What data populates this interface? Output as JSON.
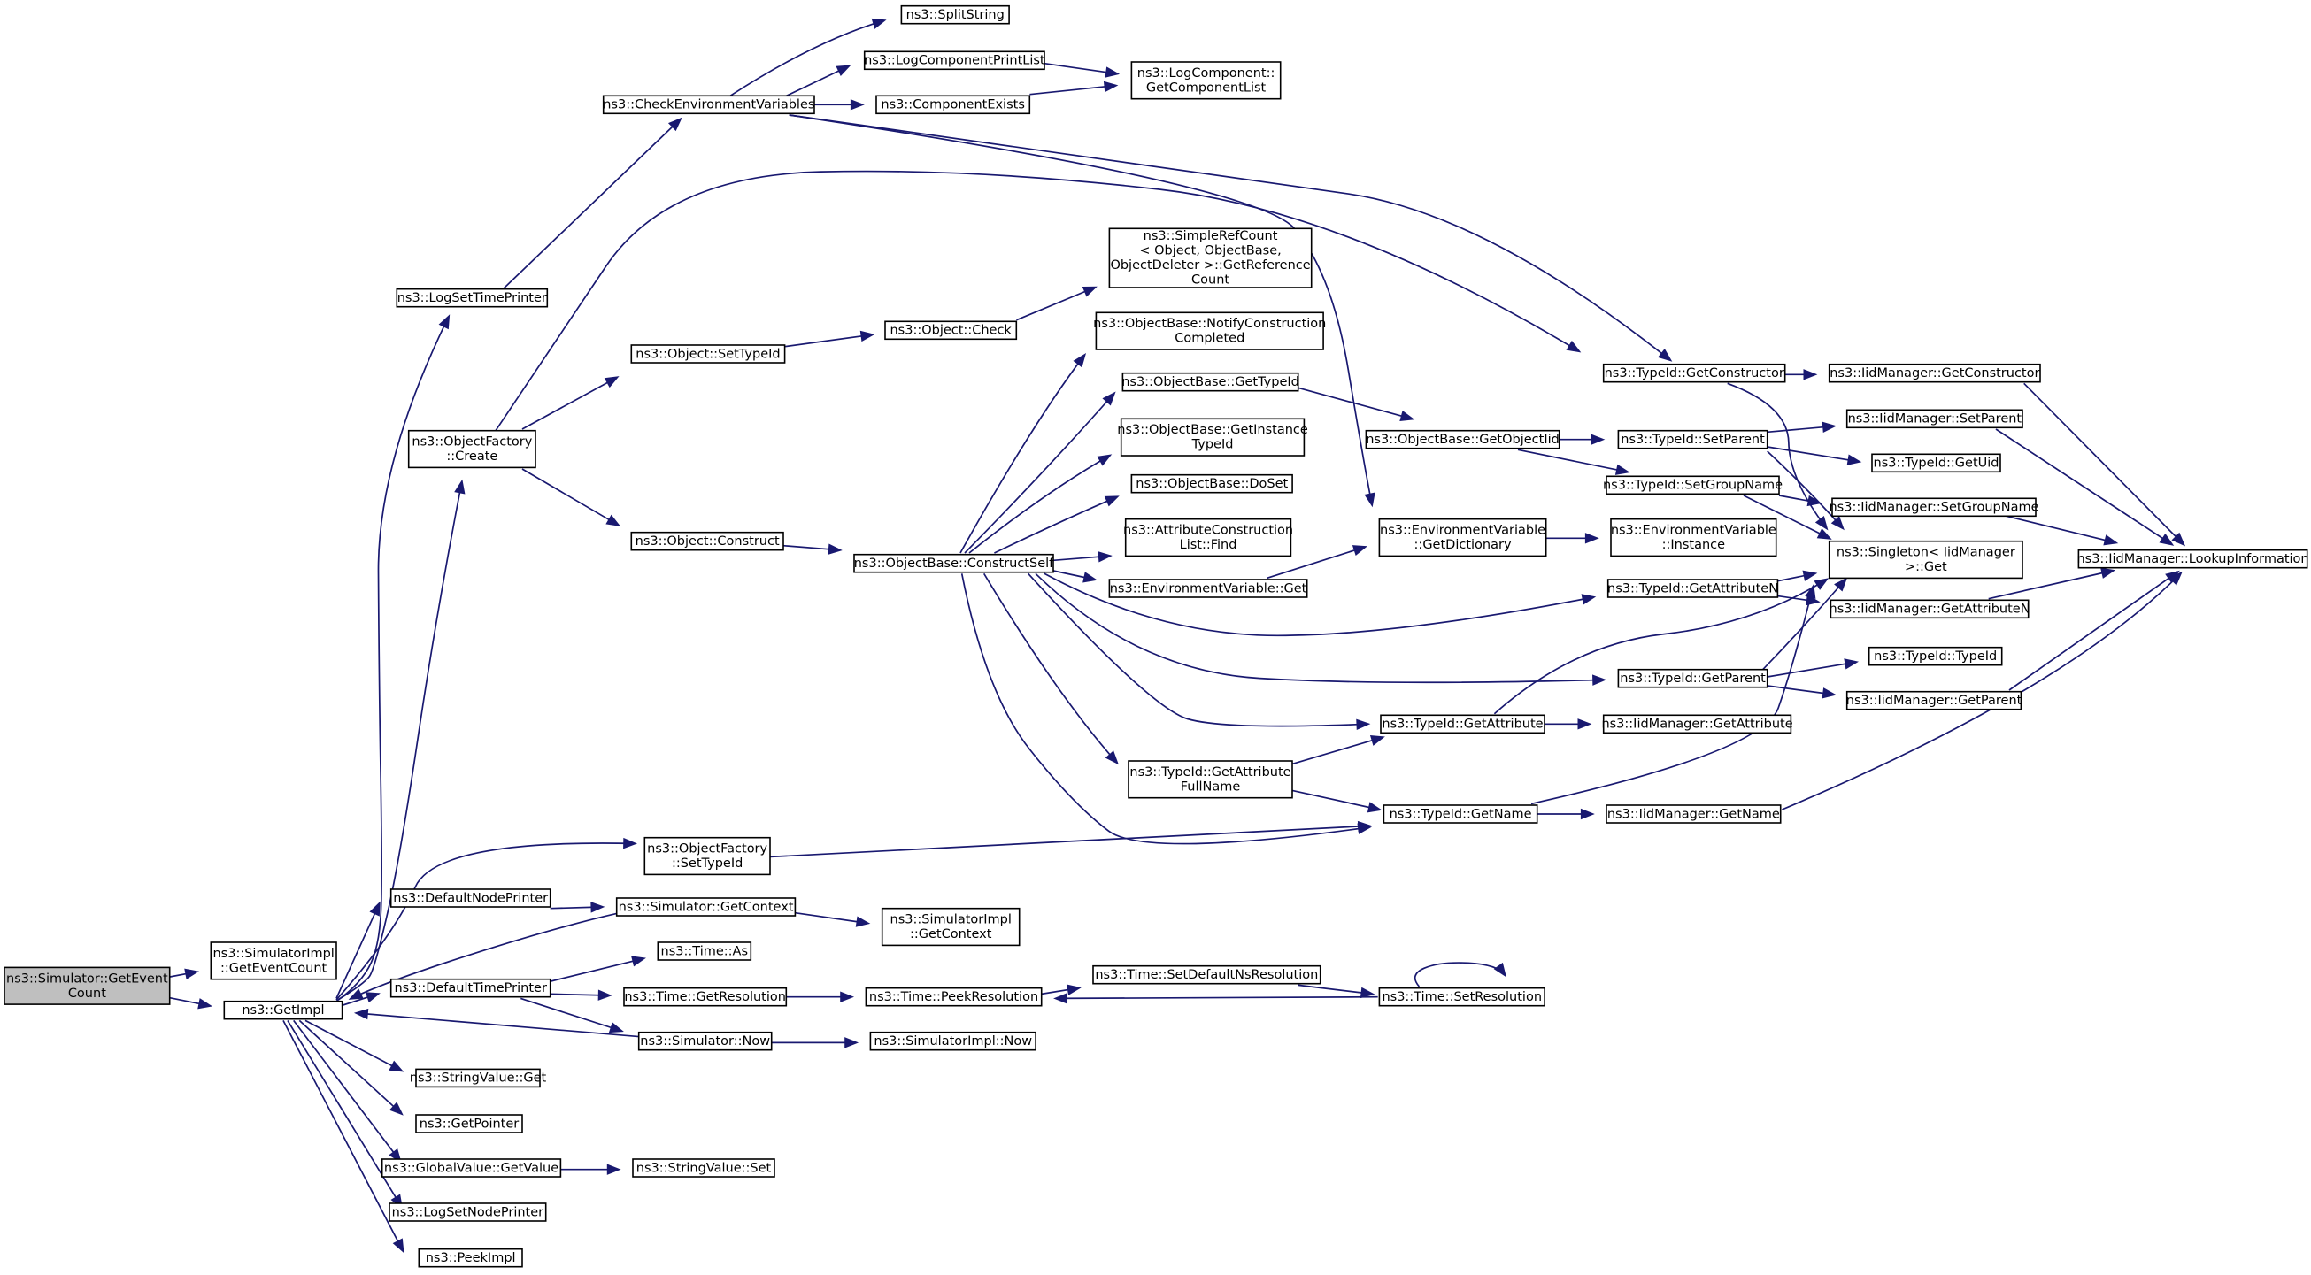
{
  "graph": {
    "colors": {
      "edge": "#191970",
      "node_border": "#000000",
      "root_fill": "#bfbfbf",
      "node_fill": "#ffffff"
    },
    "nodes": [
      {
        "id": "getEventCount",
        "lines": [
          "ns3::Simulator::GetEvent",
          "Count"
        ],
        "root": true
      },
      {
        "id": "simImplGetEventCount",
        "lines": [
          "ns3::SimulatorImpl",
          "::GetEventCount"
        ]
      },
      {
        "id": "getImpl",
        "lines": [
          "ns3::GetImpl"
        ]
      },
      {
        "id": "logSetTimePrinter",
        "lines": [
          "ns3::LogSetTimePrinter"
        ]
      },
      {
        "id": "checkEnvVars",
        "lines": [
          "ns3::CheckEnvironmentVariables"
        ]
      },
      {
        "id": "splitString",
        "lines": [
          "ns3::SplitString"
        ]
      },
      {
        "id": "logComponentPrintList",
        "lines": [
          "ns3::LogComponentPrintList"
        ]
      },
      {
        "id": "componentExists",
        "lines": [
          "ns3::ComponentExists"
        ]
      },
      {
        "id": "logComponentGetList",
        "lines": [
          "ns3::LogComponent::",
          "GetComponentList"
        ]
      },
      {
        "id": "objectFactoryCreate",
        "lines": [
          "ns3::ObjectFactory",
          "::Create"
        ]
      },
      {
        "id": "objectSetTypeId",
        "lines": [
          "ns3::Object::SetTypeId"
        ]
      },
      {
        "id": "objectCheck",
        "lines": [
          "ns3::Object::Check"
        ]
      },
      {
        "id": "simpleRefCount",
        "lines": [
          "ns3::SimpleRefCount",
          "< Object, ObjectBase,",
          "ObjectDeleter >::GetReference",
          "Count"
        ]
      },
      {
        "id": "notifyConstruction",
        "lines": [
          "ns3::ObjectBase::NotifyConstruction",
          "Completed"
        ]
      },
      {
        "id": "objBaseGetTypeId",
        "lines": [
          "ns3::ObjectBase::GetTypeId"
        ]
      },
      {
        "id": "objBaseGetInstanceTypeId",
        "lines": [
          "ns3::ObjectBase::GetInstance",
          "TypeId"
        ]
      },
      {
        "id": "objBaseDoSet",
        "lines": [
          "ns3::ObjectBase::DoSet"
        ]
      },
      {
        "id": "attrConstructionFind",
        "lines": [
          "ns3::AttributeConstruction",
          "List::Find"
        ]
      },
      {
        "id": "objectConstruct",
        "lines": [
          "ns3::Object::Construct"
        ]
      },
      {
        "id": "constructSelf",
        "lines": [
          "ns3::ObjectBase::ConstructSelf"
        ]
      },
      {
        "id": "envVarGet",
        "lines": [
          "ns3::EnvironmentVariable::Get"
        ]
      },
      {
        "id": "typeIdGetAttrFullName",
        "lines": [
          "ns3::TypeId::GetAttribute",
          "FullName"
        ]
      },
      {
        "id": "objectFactorySetTypeId",
        "lines": [
          "ns3::ObjectFactory",
          "::SetTypeId"
        ]
      },
      {
        "id": "defaultNodePrinter",
        "lines": [
          "ns3::DefaultNodePrinter"
        ]
      },
      {
        "id": "simGetContext",
        "lines": [
          "ns3::Simulator::GetContext"
        ]
      },
      {
        "id": "simImplGetContext",
        "lines": [
          "ns3::SimulatorImpl",
          "::GetContext"
        ]
      },
      {
        "id": "defaultTimePrinter",
        "lines": [
          "ns3::DefaultTimePrinter"
        ]
      },
      {
        "id": "timeAs",
        "lines": [
          "ns3::Time::As"
        ]
      },
      {
        "id": "timeGetResolution",
        "lines": [
          "ns3::Time::GetResolution"
        ]
      },
      {
        "id": "timePeekResolution",
        "lines": [
          "ns3::Time::PeekResolution"
        ]
      },
      {
        "id": "timeSetDefaultNs",
        "lines": [
          "ns3::Time::SetDefaultNsResolution"
        ]
      },
      {
        "id": "timeSetResolution",
        "lines": [
          "ns3::Time::SetResolution"
        ]
      },
      {
        "id": "simNow",
        "lines": [
          "ns3::Simulator::Now"
        ]
      },
      {
        "id": "simImplNow",
        "lines": [
          "ns3::SimulatorImpl::Now"
        ]
      },
      {
        "id": "stringValueGet",
        "lines": [
          "ns3::StringValue::Get"
        ]
      },
      {
        "id": "getPointer",
        "lines": [
          "ns3::GetPointer"
        ]
      },
      {
        "id": "globalValueGetValue",
        "lines": [
          "ns3::GlobalValue::GetValue"
        ]
      },
      {
        "id": "stringValueSet",
        "lines": [
          "ns3::StringValue::Set"
        ]
      },
      {
        "id": "logSetNodePrinter",
        "lines": [
          "ns3::LogSetNodePrinter"
        ]
      },
      {
        "id": "peekImpl",
        "lines": [
          "ns3::PeekImpl"
        ]
      },
      {
        "id": "typeIdGetConstructor",
        "lines": [
          "ns3::TypeId::GetConstructor"
        ]
      },
      {
        "id": "iidGetConstructor",
        "lines": [
          "ns3::IidManager::GetConstructor"
        ]
      },
      {
        "id": "objBaseGetObjectIid",
        "lines": [
          "ns3::ObjectBase::GetObjectIid"
        ]
      },
      {
        "id": "typeIdSetParent",
        "lines": [
          "ns3::TypeId::SetParent"
        ]
      },
      {
        "id": "iidSetParent",
        "lines": [
          "ns3::IidManager::SetParent"
        ]
      },
      {
        "id": "typeIdGetUid",
        "lines": [
          "ns3::TypeId::GetUid"
        ]
      },
      {
        "id": "typeIdSetGroupName",
        "lines": [
          "ns3::TypeId::SetGroupName"
        ]
      },
      {
        "id": "iidSetGroupName",
        "lines": [
          "ns3::IidManager::SetGroupName"
        ]
      },
      {
        "id": "envVarGetDictionary",
        "lines": [
          "ns3::EnvironmentVariable",
          "::GetDictionary"
        ]
      },
      {
        "id": "envVarInstance",
        "lines": [
          "ns3::EnvironmentVariable",
          "::Instance"
        ]
      },
      {
        "id": "singletonGet",
        "lines": [
          "ns3::Singleton< IidManager",
          ">::Get"
        ]
      },
      {
        "id": "iidLookupInformation",
        "lines": [
          "ns3::IidManager::LookupInformation"
        ]
      },
      {
        "id": "typeIdGetAttributeN",
        "lines": [
          "ns3::TypeId::GetAttributeN"
        ]
      },
      {
        "id": "iidGetAttributeN",
        "lines": [
          "ns3::IidManager::GetAttributeN"
        ]
      },
      {
        "id": "typeIdGetParent",
        "lines": [
          "ns3::TypeId::GetParent"
        ]
      },
      {
        "id": "typeIdTypeId",
        "lines": [
          "ns3::TypeId::TypeId"
        ]
      },
      {
        "id": "iidGetParent",
        "lines": [
          "ns3::IidManager::GetParent"
        ]
      },
      {
        "id": "typeIdGetAttribute",
        "lines": [
          "ns3::TypeId::GetAttribute"
        ]
      },
      {
        "id": "iidGetAttribute",
        "lines": [
          "ns3::IidManager::GetAttribute"
        ]
      },
      {
        "id": "typeIdGetName",
        "lines": [
          "ns3::TypeId::GetName"
        ]
      },
      {
        "id": "iidGetName",
        "lines": [
          "ns3::IidManager::GetName"
        ]
      }
    ]
  }
}
